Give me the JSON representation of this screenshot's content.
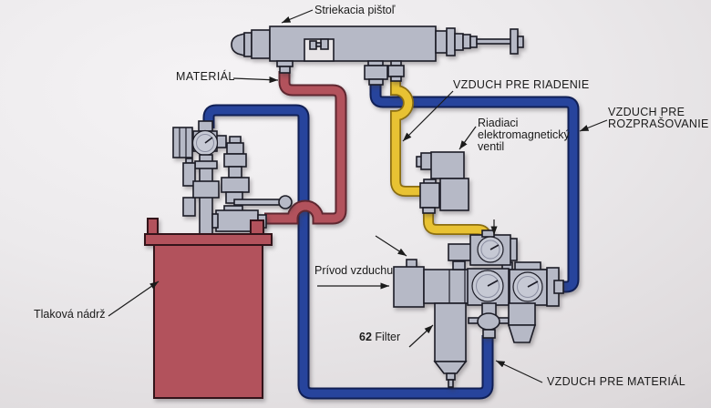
{
  "labels": {
    "spray_gun": "Striekacia pištoľ",
    "material": "MATERIÁL",
    "control_air": "VZDUCH PRE RIADENIE",
    "solenoid_line1": "Riadiaci",
    "solenoid_line2": "elektromagnetický",
    "solenoid_line3": "ventil",
    "atomizing_air_line1": "VZDUCH PRE",
    "atomizing_air_line2": "ROZPRAŠOVANIE",
    "air_supply": "Prívod vzduchu",
    "filter_number": "62",
    "filter_word": "Filter",
    "pressure_tank": "Tlaková nádrž",
    "material_air": "VZDUCH PRE MATERIÁL"
  },
  "colors": {
    "material_pipe": "#b2525c",
    "air_pipe": "#27449c",
    "control_pipe": "#e8c233",
    "component_fill": "#b6b9c6",
    "component_outline": "#1c1c26",
    "tank_fill": "#b2525c",
    "label_text": "#1a1a1a",
    "background": "#e9e6e8"
  }
}
